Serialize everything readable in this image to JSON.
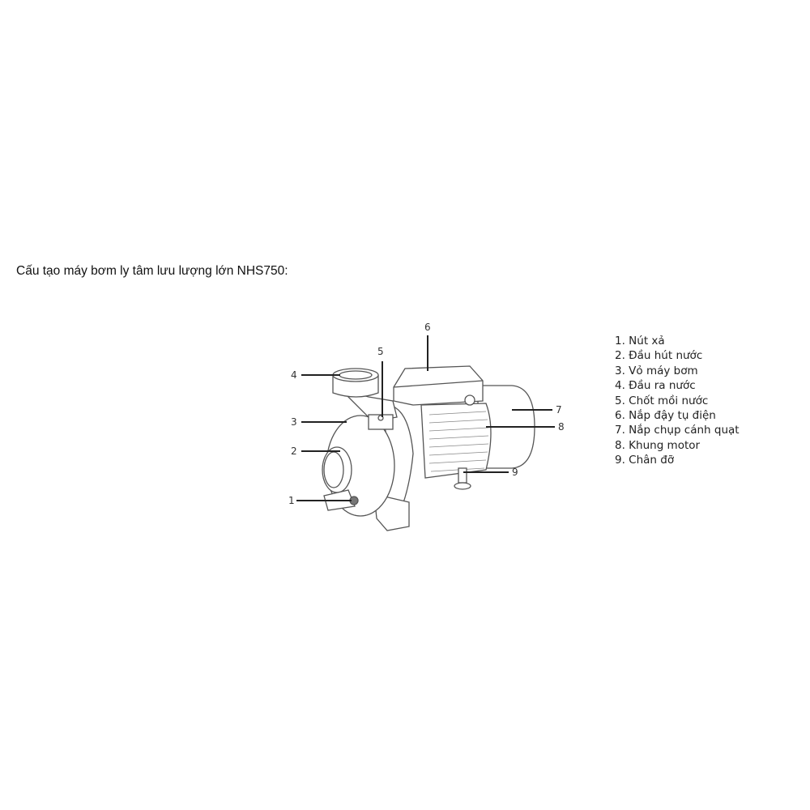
{
  "title": "Cấu tạo máy bơm ly tâm lưu lượng lớn NHS750:",
  "callouts": [
    "1",
    "2",
    "3",
    "4",
    "5",
    "6",
    "7",
    "8",
    "9"
  ],
  "legend": [
    "1. Nút xả",
    "2. Đầu hút nước",
    "3. Vỏ máy bơm",
    "4. Đầu ra nước",
    "5. Chốt mồi nước",
    "6. Nắp đậy tụ điện",
    "7. Nắp chụp cánh quạt",
    "8. Khung motor",
    "9. Chân đỡ"
  ]
}
